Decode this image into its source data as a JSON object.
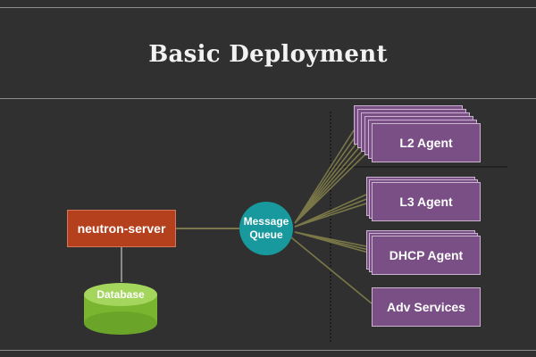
{
  "title": "Basic Deployment",
  "nodes": {
    "neutron_server": "neutron-server",
    "message_queue_line1": "Message",
    "message_queue_line2": "Queue",
    "database": "Database",
    "l2_agent": "L2 Agent",
    "l3_agent": "L3 Agent",
    "dhcp_agent": "DHCP Agent",
    "adv_services": "Adv Services"
  },
  "colors": {
    "background": "#303030",
    "agent": "#7a4f86",
    "server": "#b5401d",
    "queue": "#17999e",
    "database": "#8cc63f",
    "connector": "#7a7748"
  }
}
